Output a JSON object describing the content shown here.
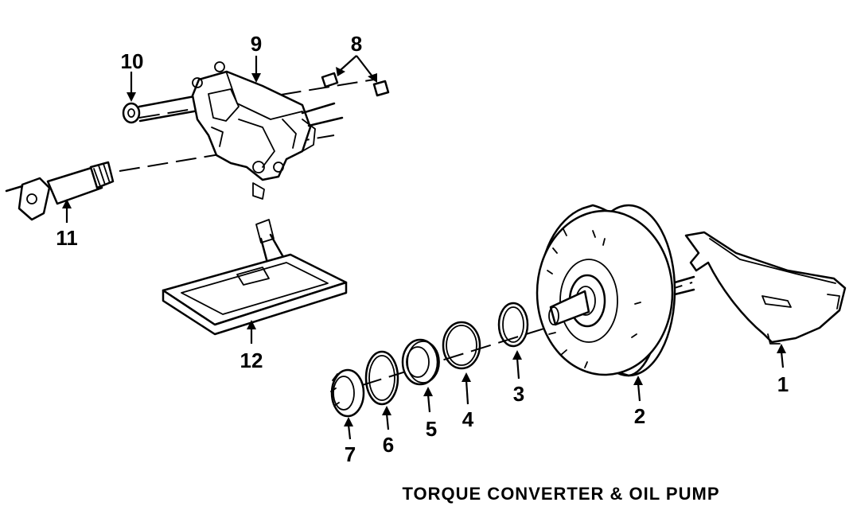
{
  "title": "TORQUE CONVERTER & OIL PUMP",
  "callouts": [
    "1",
    "2",
    "3",
    "4",
    "5",
    "6",
    "7",
    "8",
    "9",
    "10",
    "11",
    "12"
  ],
  "parts": {
    "1": "converter-housing",
    "2": "torque-converter",
    "3": "seal-ring",
    "4": "snap-ring",
    "5": "bearing",
    "6": "thrust-washer",
    "7": "front-seal",
    "8": "fittings",
    "9": "valve-body",
    "10": "washer",
    "11": "filter-tube",
    "12": "oil-pan-filter"
  }
}
